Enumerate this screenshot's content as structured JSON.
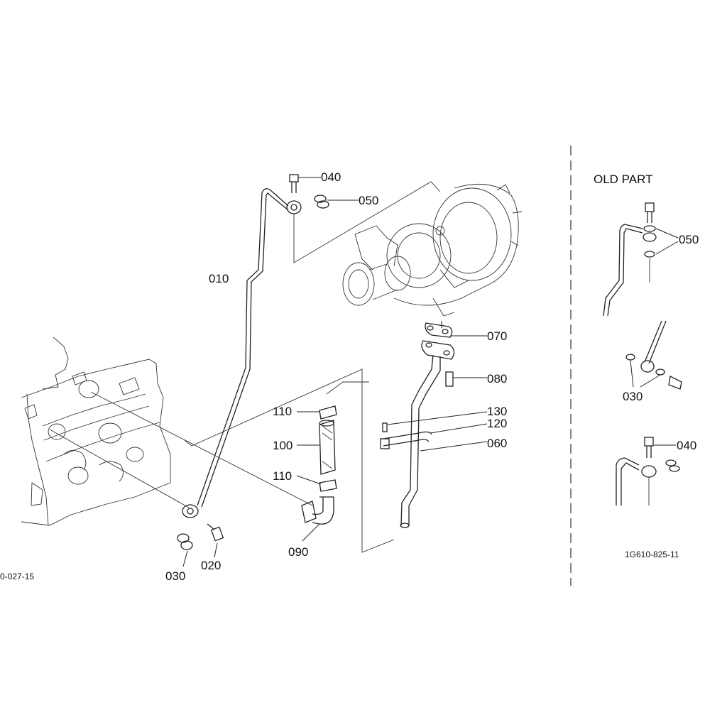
{
  "labels": {
    "p010": "010",
    "p020": "020",
    "p030": "030",
    "p040": "040",
    "p050": "050",
    "p060": "060",
    "p070": "070",
    "p080": "080",
    "p090": "090",
    "p100": "100",
    "p110a": "110",
    "p110b": "110",
    "p120": "120",
    "p130": "130"
  },
  "old_part": {
    "heading": "OLD PART",
    "p050": "050",
    "p030": "030",
    "p040": "040"
  },
  "codes": {
    "left": "0-027-15",
    "right": "1G610-825-11"
  }
}
